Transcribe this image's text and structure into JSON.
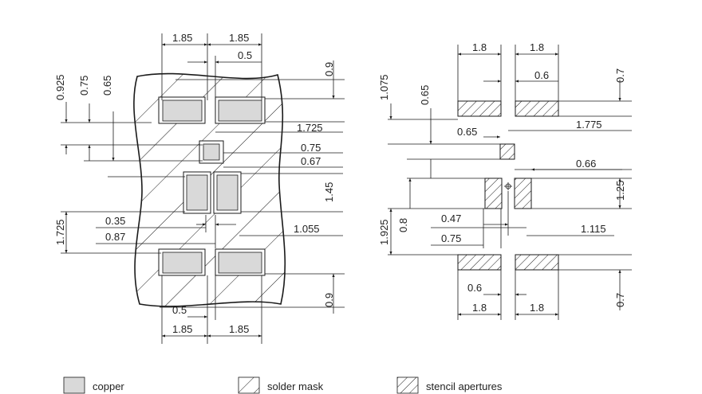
{
  "legend": {
    "copper_label": "copper",
    "solder_mask_label": "solder mask",
    "stencil_label": "stencil apertures"
  },
  "colors": {
    "copper": "#d9d9d9",
    "line": "#1a1a1a"
  },
  "left_dims": {
    "d_185_tl": "1.85",
    "d_185_tr": "1.85",
    "d_05_t": "0.5",
    "d_09_t": "0.9",
    "d_0925": "0.925",
    "d_075_v": "0.75",
    "d_065_v": "0.65",
    "d_1725_h": "1.725",
    "d_075_h": "0.75",
    "d_067": "0.67",
    "d_145": "1.45",
    "d_1725_v": "1.725",
    "d_035": "0.35",
    "d_087": "0.87",
    "d_1055": "1.055",
    "d_09_b": "0.9",
    "d_05_b": "0.5",
    "d_185_bl": "1.85",
    "d_185_br": "1.85"
  },
  "right_dims": {
    "d_18_tl": "1.8",
    "d_18_tr": "1.8",
    "d_06_t": "0.6",
    "d_07_t": "0.7",
    "d_1075": "1.075",
    "d_065_v": "0.65",
    "d_1775": "1.775",
    "d_065_h": "0.65",
    "d_066": "0.66",
    "d_125": "1.25",
    "d_1925": "1.925",
    "d_08": "0.8",
    "d_047": "0.47",
    "d_1115": "1.115",
    "d_075": "0.75",
    "d_06_b": "0.6",
    "d_07_b": "0.7",
    "d_18_bl": "1.8",
    "d_18_br": "1.8"
  }
}
